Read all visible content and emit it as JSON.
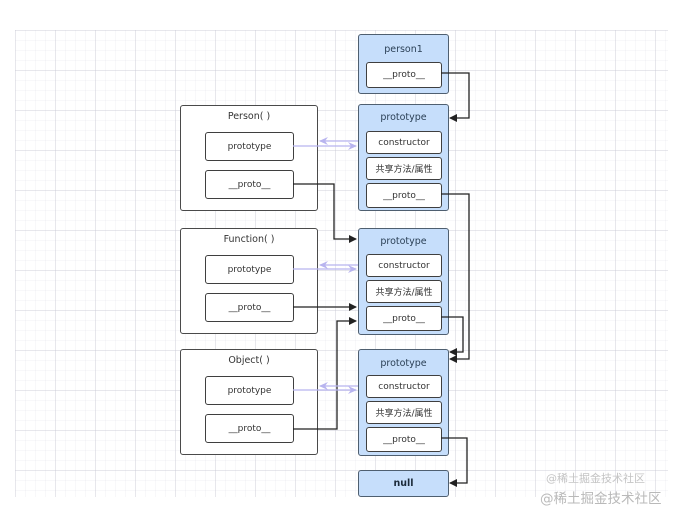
{
  "diagram": {
    "title_fragment": "",
    "nodes": {
      "person1": {
        "label": "person1",
        "slots": [
          "__proto__"
        ]
      },
      "person_ctor": {
        "label": "Person( )",
        "slots": [
          "prototype",
          "__proto__"
        ]
      },
      "function_ctor": {
        "label": "Function( )",
        "slots": [
          "prototype",
          "__proto__"
        ]
      },
      "object_ctor": {
        "label": "Object( )",
        "slots": [
          "prototype",
          "__proto__"
        ]
      },
      "person_prototype": {
        "label": "prototype",
        "slots": [
          "constructor",
          "共享方法/属性",
          "__proto__"
        ]
      },
      "function_prototype": {
        "label": "prototype",
        "slots": [
          "constructor",
          "共享方法/属性",
          "__proto__"
        ]
      },
      "object_prototype": {
        "label": "prototype",
        "slots": [
          "constructor",
          "共享方法/属性",
          "__proto__"
        ]
      },
      "null": {
        "label": "null"
      }
    },
    "edges": [
      {
        "from": "person1.__proto__",
        "to": "person_prototype",
        "kind": "proto"
      },
      {
        "from": "person_ctor.prototype",
        "to": "person_prototype",
        "kind": "prototype-constructor"
      },
      {
        "from": "person_ctor.__proto__",
        "to": "function_prototype",
        "kind": "proto"
      },
      {
        "from": "person_prototype.__proto__",
        "to": "object_prototype",
        "kind": "proto"
      },
      {
        "from": "function_ctor.prototype",
        "to": "function_prototype",
        "kind": "prototype-constructor"
      },
      {
        "from": "function_ctor.__proto__",
        "to": "function_prototype",
        "kind": "proto"
      },
      {
        "from": "object_ctor.__proto__",
        "to": "function_prototype",
        "kind": "proto"
      },
      {
        "from": "function_prototype.__proto__",
        "to": "object_prototype",
        "kind": "proto"
      },
      {
        "from": "object_ctor.prototype",
        "to": "object_prototype",
        "kind": "prototype-constructor"
      },
      {
        "from": "object_prototype.__proto__",
        "to": "null",
        "kind": "proto"
      }
    ],
    "colors": {
      "proto_fill": "#c6defb",
      "arrow_dark": "#222222",
      "arrow_light": "#b8b4ef"
    }
  },
  "watermark": {
    "line1": "@稀土掘金技术社区",
    "line2": "@稀土掘金技术社区"
  }
}
